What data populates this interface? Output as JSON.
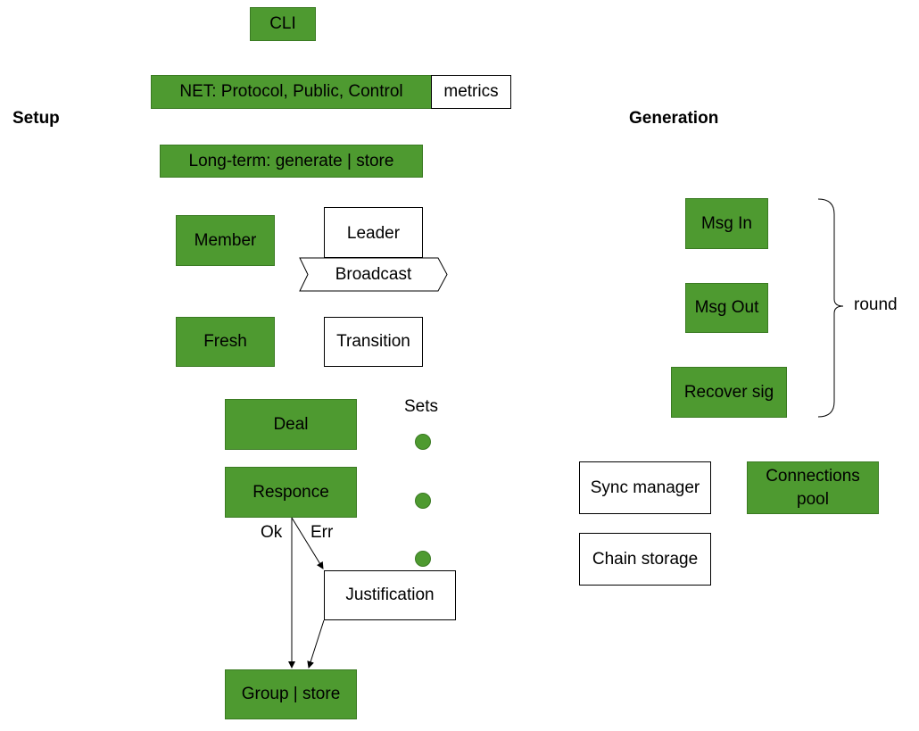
{
  "sections": {
    "setup": "Setup",
    "generation": "Generation"
  },
  "setup": {
    "cli": "CLI",
    "net": "NET: Protocol, Public, Control",
    "metrics": "metrics",
    "long_term": "Long-term: generate | store",
    "member": "Member",
    "leader": "Leader",
    "broadcast": "Broadcast",
    "fresh": "Fresh",
    "transition": "Transition",
    "deal": "Deal",
    "sets": "Sets",
    "responce": "Responce",
    "ok": "Ok",
    "err": "Err",
    "justification": "Justification",
    "group_store": "Group | store"
  },
  "generation": {
    "msg_in": "Msg In",
    "msg_out": "Msg Out",
    "recover_sig": "Recover sig",
    "round": "round",
    "sync_manager": "Sync manager",
    "connections_pool": "Connections pool",
    "chain_storage": "Chain storage"
  },
  "colors": {
    "green": "#4e9a30",
    "white": "#ffffff"
  }
}
